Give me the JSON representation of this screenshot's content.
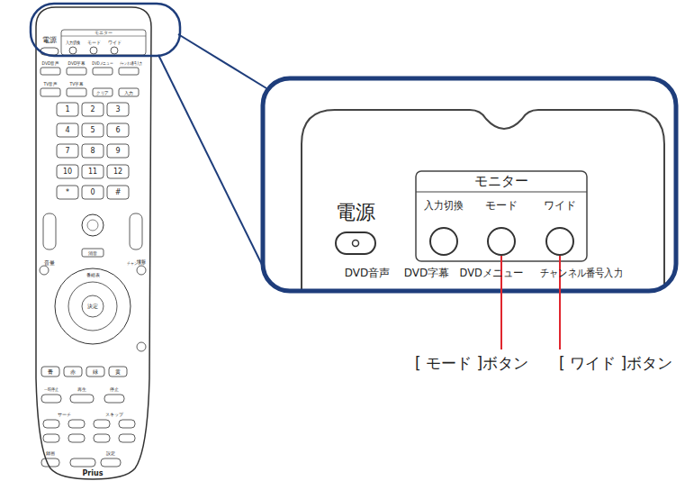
{
  "diagram": {
    "labels": [
      "電源",
      "モニター",
      "入力切換",
      "モード",
      "ワイド",
      "DVD音声",
      "DVD字幕",
      "DVDメニュー",
      "チャンネル番号入力",
      "TV音声",
      "TV字幕",
      "クリア",
      "入力",
      "1",
      "2",
      "3",
      "4",
      "5",
      "6",
      "7",
      "8",
      "9",
      "10",
      "11",
      "12",
      "*",
      "0",
      "#",
      "音量",
      "チャンネル",
      "消音",
      "情報",
      "番組表",
      "決定",
      "青",
      "赤",
      "緑",
      "黄",
      "一時停止",
      "再生",
      "停止",
      "サーチ",
      "スキップ",
      "録画",
      "設定",
      "Prius",
      "モニター",
      "電源",
      "入力切換",
      "モード",
      "ワイド",
      "DVD音声",
      "DVD字幕",
      "DVDメニュー",
      "チャンネル番号入力",
      "[ モード ]ボタン",
      "[ ワイド ]ボタン"
    ]
  }
}
